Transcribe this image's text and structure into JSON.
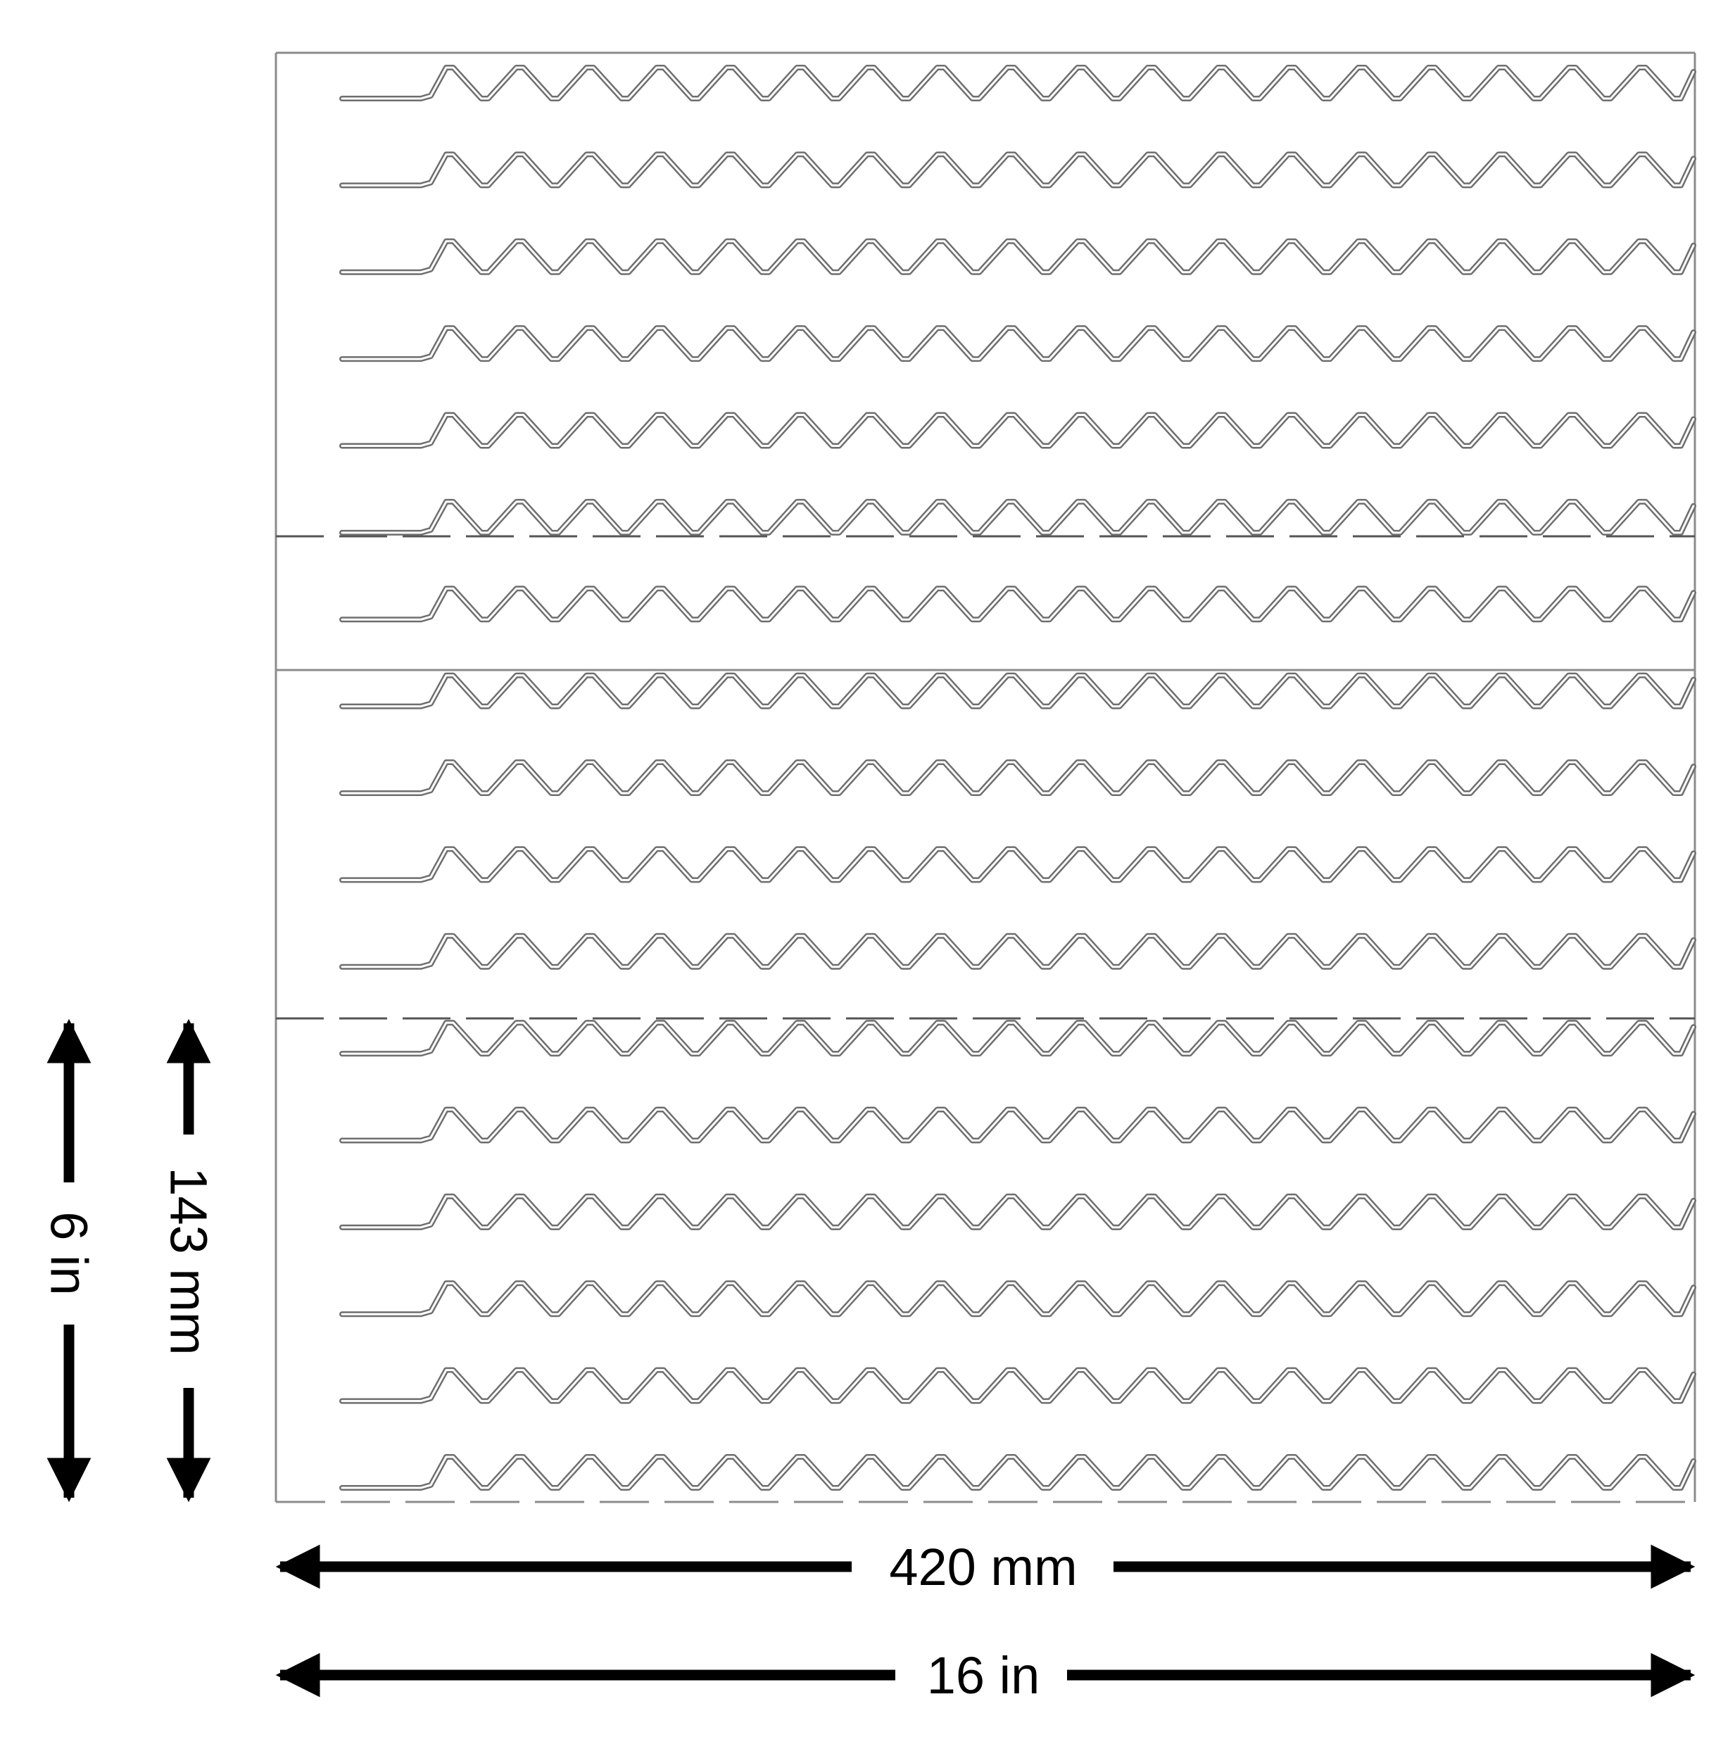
{
  "diagram": {
    "wire_rows": 17,
    "zigzags_per_row": 18,
    "colors": {
      "background": "#ffffff",
      "outline": "#8c8c8c",
      "wire": "#6e6e6e",
      "dimension": "#000000"
    }
  },
  "dimensions": {
    "width_metric": "420 mm",
    "width_imperial": "16 in",
    "height_metric": "143 mm",
    "height_imperial": "6 in"
  }
}
